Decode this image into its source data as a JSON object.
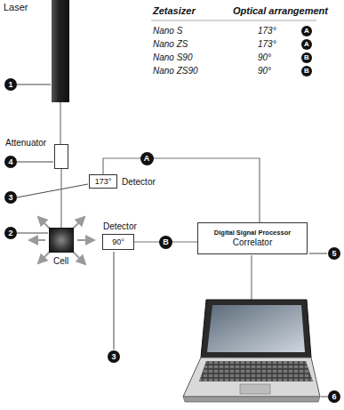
{
  "diagram": {
    "nodes": [
      {
        "text": [
          "Laser"
        ]
      },
      {
        "text": [
          "Attenuator"
        ]
      },
      {
        "text": [
          "Detector",
          "173°"
        ]
      },
      {
        "text": [
          "Cell"
        ]
      },
      {
        "text": [
          "Detector",
          "90°"
        ]
      },
      {
        "text": [
          "Digital Signal Processor",
          "Correlator"
        ]
      }
    ],
    "edges": [
      {
        "from": 0,
        "to": 1,
        "arrow": "none"
      },
      {
        "from": 1,
        "to": 3,
        "arrow": "none"
      },
      {
        "from": 2,
        "to": 5,
        "label": "A",
        "arrow": "none"
      },
      {
        "from": 4,
        "to": 5,
        "label": "B",
        "arrow": "none"
      }
    ],
    "labels": [
      "Zetasizer",
      "Optical arrangement",
      "Nano S",
      "173°",
      "A",
      "Nano ZS",
      "173°",
      "A",
      "Nano S90",
      "90°",
      "B",
      "Nano ZS90",
      "90°",
      "B",
      "1",
      "4",
      "3",
      "2",
      "3",
      "5",
      "6"
    ]
  }
}
